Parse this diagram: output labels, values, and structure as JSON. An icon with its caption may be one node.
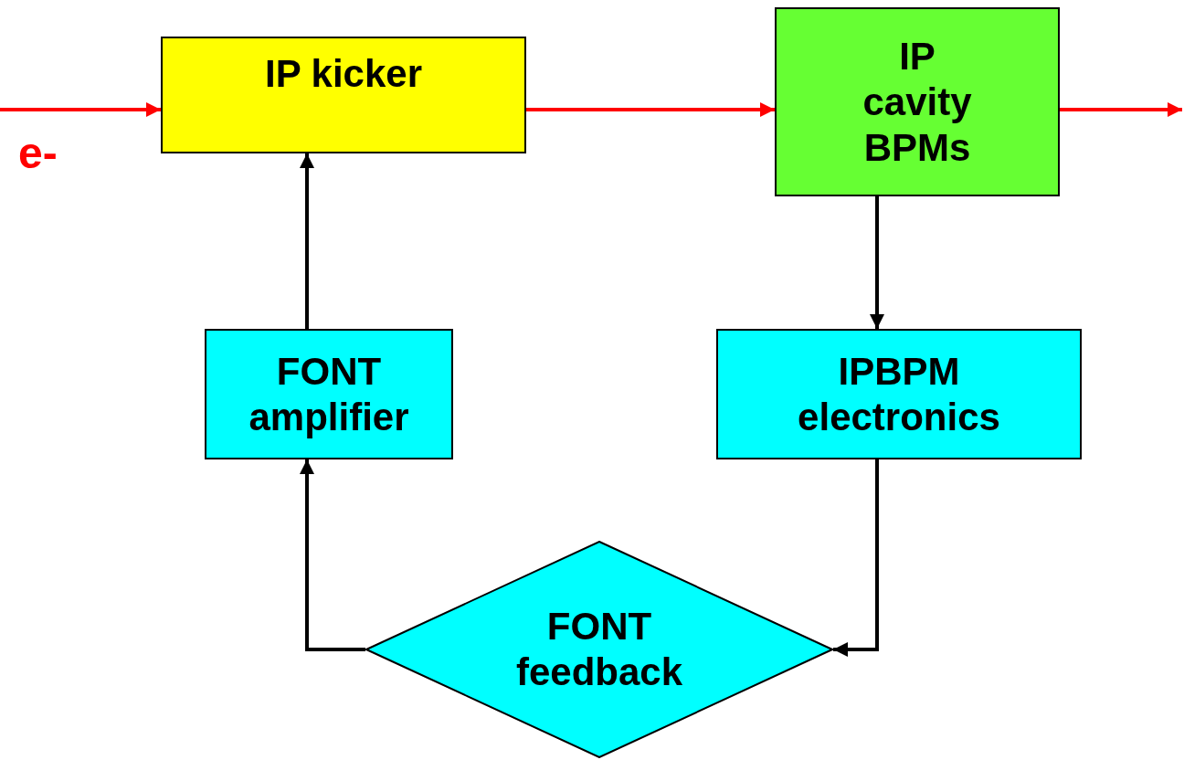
{
  "diagram": {
    "nodes": [
      {
        "text": [
          "IP kicker"
        ]
      },
      {
        "text": [
          "IP cavity BPMs"
        ]
      },
      {
        "text": [
          "FONT amplifier"
        ]
      },
      {
        "text": [
          "IPBPM electronics"
        ]
      },
      {
        "text": [
          "FONT feedback"
        ]
      }
    ],
    "edges": [
      {
        "from": null,
        "to": 0,
        "arrow": "to",
        "color": "#ff0000"
      },
      {
        "from": 0,
        "to": 1,
        "arrow": "to",
        "color": "#ff0000"
      },
      {
        "from": 1,
        "to": null,
        "arrow": "to",
        "color": "#ff0000"
      },
      {
        "from": 1,
        "to": 3,
        "arrow": "to"
      },
      {
        "from": 3,
        "to": 4,
        "arrow": "to"
      },
      {
        "from": 4,
        "to": 2,
        "arrow": "to"
      },
      {
        "from": 2,
        "to": 0,
        "arrow": "to"
      }
    ],
    "labels": [
      "e-"
    ]
  }
}
